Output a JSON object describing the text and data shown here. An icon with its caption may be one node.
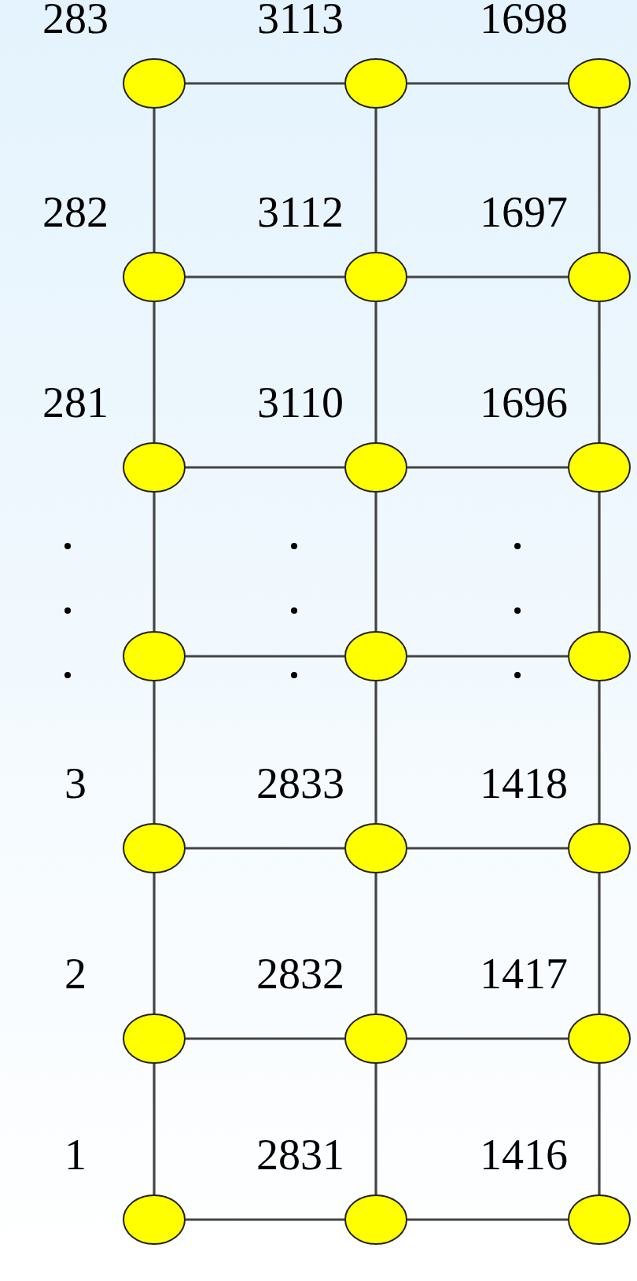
{
  "diagram": {
    "nodes": [
      {
        "text": [],
        "shape": "ellipse",
        "beside": [
          "283"
        ]
      },
      {
        "text": [],
        "shape": "ellipse",
        "beside": [
          "3113"
        ]
      },
      {
        "text": [],
        "shape": "ellipse",
        "beside": [
          "1698"
        ]
      },
      {
        "text": [],
        "shape": "ellipse",
        "beside": [
          "282"
        ]
      },
      {
        "text": [],
        "shape": "ellipse",
        "beside": [
          "3112"
        ]
      },
      {
        "text": [],
        "shape": "ellipse",
        "beside": [
          "1697"
        ]
      },
      {
        "text": [],
        "shape": "ellipse",
        "beside": [
          "281"
        ]
      },
      {
        "text": [],
        "shape": "ellipse",
        "beside": [
          "3110"
        ]
      },
      {
        "text": [],
        "shape": "ellipse",
        "beside": [
          "1696"
        ]
      },
      {
        "text": [],
        "shape": "ellipse"
      },
      {
        "text": [],
        "shape": "ellipse"
      },
      {
        "text": [],
        "shape": "ellipse"
      },
      {
        "text": [],
        "shape": "ellipse",
        "beside": [
          "3"
        ]
      },
      {
        "text": [],
        "shape": "ellipse",
        "beside": [
          "2833"
        ]
      },
      {
        "text": [],
        "shape": "ellipse",
        "beside": [
          "1418"
        ]
      },
      {
        "text": [],
        "shape": "ellipse",
        "beside": [
          "2"
        ]
      },
      {
        "text": [],
        "shape": "ellipse",
        "beside": [
          "2832"
        ]
      },
      {
        "text": [],
        "shape": "ellipse",
        "beside": [
          "1417"
        ]
      },
      {
        "text": [],
        "shape": "ellipse",
        "beside": [
          "1"
        ]
      },
      {
        "text": [],
        "shape": "ellipse",
        "beside": [
          "2831"
        ]
      },
      {
        "text": [],
        "shape": "ellipse",
        "beside": [
          "1416"
        ]
      }
    ],
    "edges": [
      {
        "from": 0,
        "to": 1,
        "arrow": "none"
      },
      {
        "from": 1,
        "to": 2,
        "arrow": "none"
      },
      {
        "from": 3,
        "to": 4,
        "arrow": "none"
      },
      {
        "from": 4,
        "to": 5,
        "arrow": "none"
      },
      {
        "from": 6,
        "to": 7,
        "arrow": "none"
      },
      {
        "from": 7,
        "to": 8,
        "arrow": "none"
      },
      {
        "from": 9,
        "to": 10,
        "arrow": "none"
      },
      {
        "from": 10,
        "to": 11,
        "arrow": "none"
      },
      {
        "from": 12,
        "to": 13,
        "arrow": "none"
      },
      {
        "from": 13,
        "to": 14,
        "arrow": "none"
      },
      {
        "from": 15,
        "to": 16,
        "arrow": "none"
      },
      {
        "from": 16,
        "to": 17,
        "arrow": "none"
      },
      {
        "from": 18,
        "to": 19,
        "arrow": "none"
      },
      {
        "from": 19,
        "to": 20,
        "arrow": "none"
      },
      {
        "from": 0,
        "to": 3,
        "arrow": "none"
      },
      {
        "from": 3,
        "to": 6,
        "arrow": "none"
      },
      {
        "from": 6,
        "to": 9,
        "arrow": "none"
      },
      {
        "from": 9,
        "to": 12,
        "arrow": "none"
      },
      {
        "from": 12,
        "to": 15,
        "arrow": "none"
      },
      {
        "from": 15,
        "to": 18,
        "arrow": "none"
      },
      {
        "from": 1,
        "to": 4,
        "arrow": "none"
      },
      {
        "from": 4,
        "to": 7,
        "arrow": "none"
      },
      {
        "from": 7,
        "to": 10,
        "arrow": "none"
      },
      {
        "from": 10,
        "to": 13,
        "arrow": "none"
      },
      {
        "from": 13,
        "to": 16,
        "arrow": "none"
      },
      {
        "from": 16,
        "to": 19,
        "arrow": "none"
      },
      {
        "from": 2,
        "to": 5,
        "arrow": "none"
      },
      {
        "from": 5,
        "to": 8,
        "arrow": "none"
      },
      {
        "from": 8,
        "to": 11,
        "arrow": "none"
      },
      {
        "from": 11,
        "to": 14,
        "arrow": "none"
      },
      {
        "from": 14,
        "to": 17,
        "arrow": "none"
      },
      {
        "from": 17,
        "to": 20,
        "arrow": "none"
      }
    ]
  }
}
